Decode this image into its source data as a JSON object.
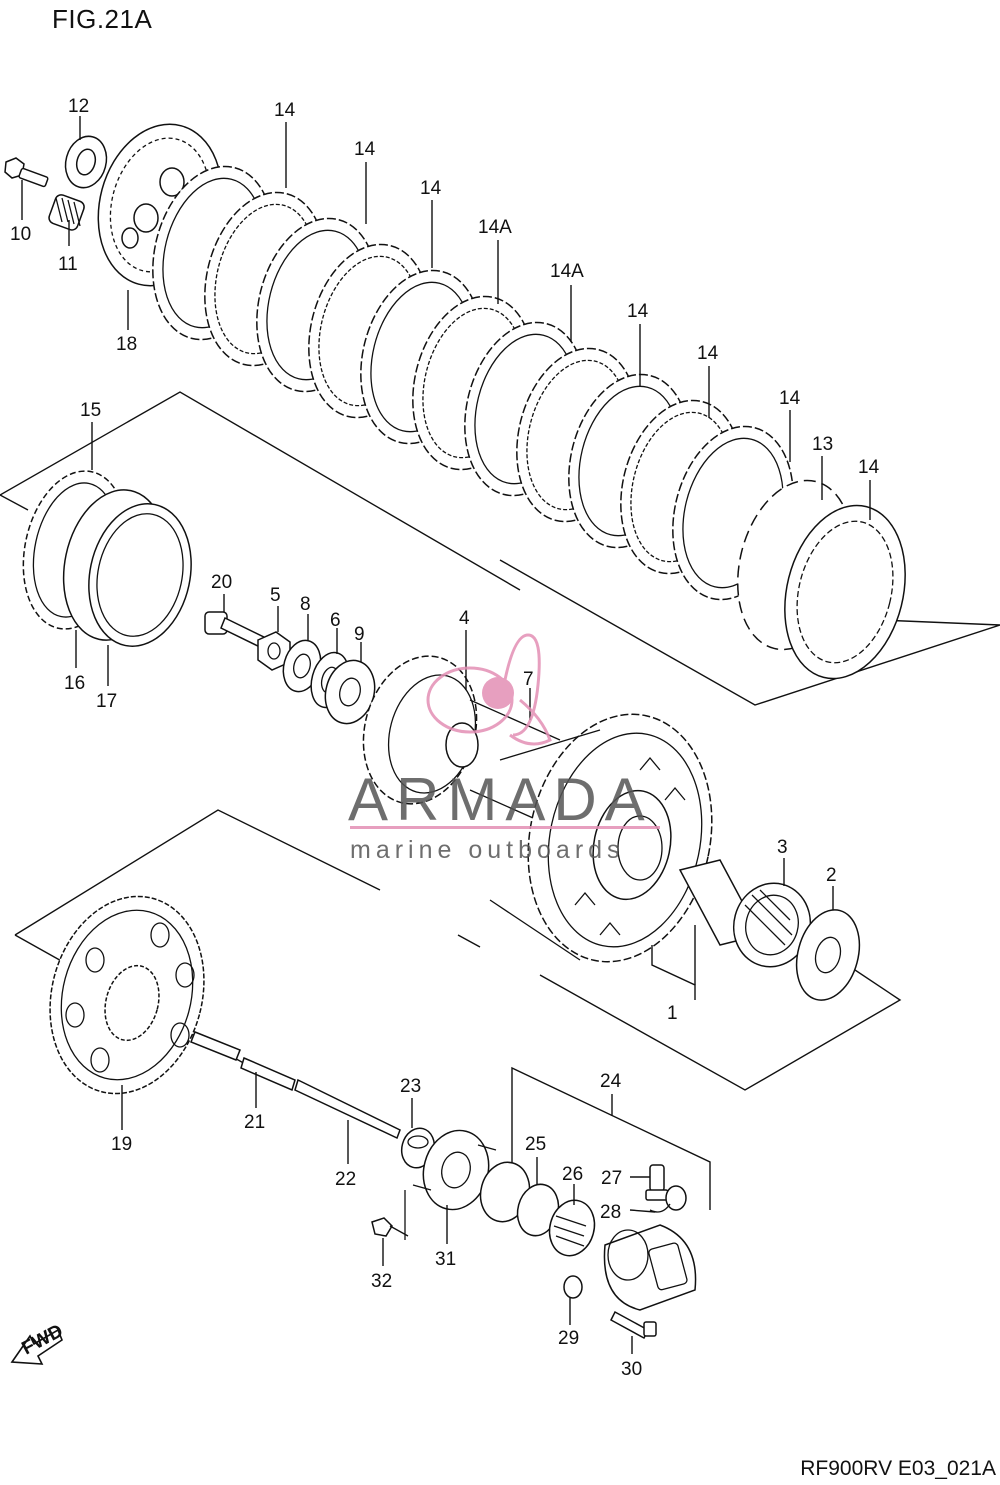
{
  "figure": {
    "title": "FIG.21A",
    "code": "RF900RV E03_021A"
  },
  "watermark": {
    "brand": "ARMADA",
    "tagline": "marine outboards",
    "colors": {
      "brand": "#555555",
      "accent": "#e38fb5"
    }
  },
  "fwd_badge": "FWD",
  "callouts": [
    "12",
    "10",
    "11",
    "18",
    "14",
    "14",
    "14",
    "14A",
    "14A",
    "14",
    "14",
    "14",
    "13",
    "14",
    "15",
    "16",
    "17",
    "20",
    "5",
    "8",
    "6",
    "9",
    "4",
    "7",
    "3",
    "2",
    "1",
    "19",
    "21",
    "22",
    "23",
    "24",
    "25",
    "26",
    "27",
    "28",
    "31",
    "32",
    "29",
    "30"
  ]
}
